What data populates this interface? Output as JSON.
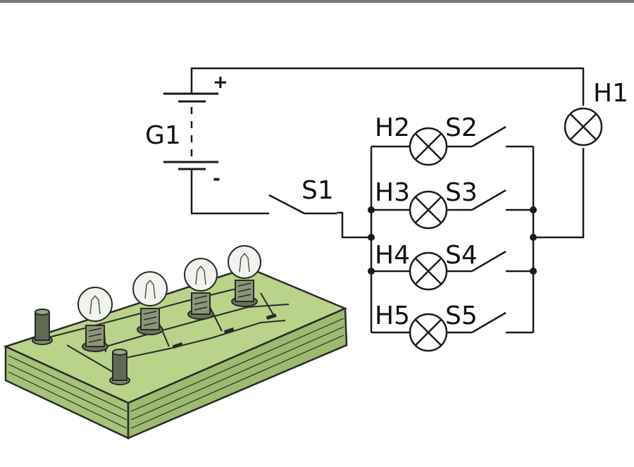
{
  "diagram": {
    "battery": {
      "label": "G1",
      "plus": "+",
      "minus": "-"
    },
    "main_switch": {
      "label": "S1"
    },
    "main_lamp": {
      "label": "H1"
    },
    "branches": [
      {
        "lamp": "H2",
        "switch": "S2"
      },
      {
        "lamp": "H3",
        "switch": "S3"
      },
      {
        "lamp": "H4",
        "switch": "S4"
      },
      {
        "lamp": "H5",
        "switch": "S5"
      }
    ],
    "board": {
      "bulb_count": 4,
      "terminal_count": 2
    },
    "colors": {
      "wire": "#1a1a1a",
      "board_top": "#b9d38a",
      "board_side": "#a5c278",
      "board_edge": "#2a2a2a",
      "bulb_glass": "#f1f3ee"
    }
  }
}
